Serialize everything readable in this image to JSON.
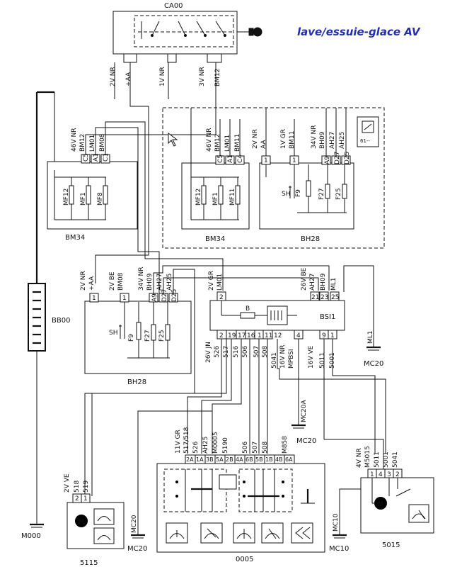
{
  "title": "lave/essuie-glace AV",
  "components": {
    "ca00": "CA00",
    "bb00": "BB00",
    "bm34_left": "BM34",
    "bm34_right": "BM34",
    "bh28_right": "BH28",
    "bh28_left": "BH28",
    "bsi1": "BSI1",
    "c0005": "0005",
    "c5115": "5115",
    "c5015": "5015",
    "ref61": "61--"
  },
  "grounds": {
    "m000": "M000",
    "mc20_a": "MC20",
    "mc20_b": "MC20",
    "mc20_c": "MC20",
    "mc20a": "MC20A",
    "mc10_a": "MC10",
    "mc10_b": "MC10",
    "ml1": "ML1"
  },
  "ca00_wires": [
    "2V NR",
    "+AA",
    "1V NR",
    "3V NR",
    "BM12"
  ],
  "bm34_left_wires": [
    "46V NR",
    "BM12",
    "LM01",
    "BM08"
  ],
  "bm34_left_pins": [
    "C5",
    "A1",
    "C1"
  ],
  "bm34_left_fuses": [
    "MF12",
    "MF1",
    "MF8"
  ],
  "bm34_right_wires": [
    "46V NR",
    "BM12",
    "LM01",
    "BM11"
  ],
  "bm34_right_pins": [
    "C5",
    "A1",
    "C4"
  ],
  "bm34_right_fuses": [
    "MF12",
    "MF1",
    "MF11"
  ],
  "bh28_right_wires": [
    "2V NR",
    "AA",
    "1V GR",
    "BM11",
    "34V NR",
    "BH09",
    "AH27",
    "AH25"
  ],
  "bh28_right_pins": [
    "1",
    "1",
    "A9",
    "D27",
    "D25"
  ],
  "bh28_right_fuses": [
    "F9",
    "F27",
    "F25"
  ],
  "bh28_left_wires": [
    "2V NR",
    "+AA",
    "2V BE",
    "BM08",
    "34V NR",
    "BH09",
    "AH27",
    "AH25"
  ],
  "bh28_left_pins": [
    "1",
    "1",
    "A9",
    "D27",
    "D25"
  ],
  "bh28_left_fuses": [
    "F9",
    "F27",
    "F25"
  ],
  "sh": "SH",
  "bsi1_top_wires": [
    "2V GR",
    "LM01",
    "26V BE",
    "AH27",
    "BH09",
    "ML1"
  ],
  "bsi1_top_pins": [
    "2",
    "21",
    "23",
    "25"
  ],
  "bsi1_fuse": "B",
  "bsi1_bottom_pins": [
    "2",
    "19",
    "17",
    "16",
    "1",
    "11",
    "12",
    "4",
    "9",
    "1"
  ],
  "bsi1_bottom_wires": [
    "26V JN",
    "526",
    "517",
    "516",
    "506",
    "507",
    "508",
    "5041",
    "16V NR",
    "MPBSI",
    "16V VE",
    "5011",
    "5001"
  ],
  "c0005_wires": [
    "11V GR",
    "517/518",
    "526",
    "AH25",
    "M0005",
    "5190",
    "506",
    "507",
    "508",
    "M858"
  ],
  "c0005_pins": [
    "2A",
    "1A",
    "3B",
    "5A",
    "2B",
    "4A",
    "6B",
    "5B",
    "1B",
    "4B",
    "6A"
  ],
  "c5115_wires": [
    "2V VE",
    "518",
    "519"
  ],
  "c5115_pins": [
    "2",
    "1"
  ],
  "c5015_wires": [
    "4V NR",
    "M5015",
    "5011",
    "5001",
    "5041"
  ],
  "c5015_pins": [
    "1",
    "4",
    "3",
    "2"
  ]
}
